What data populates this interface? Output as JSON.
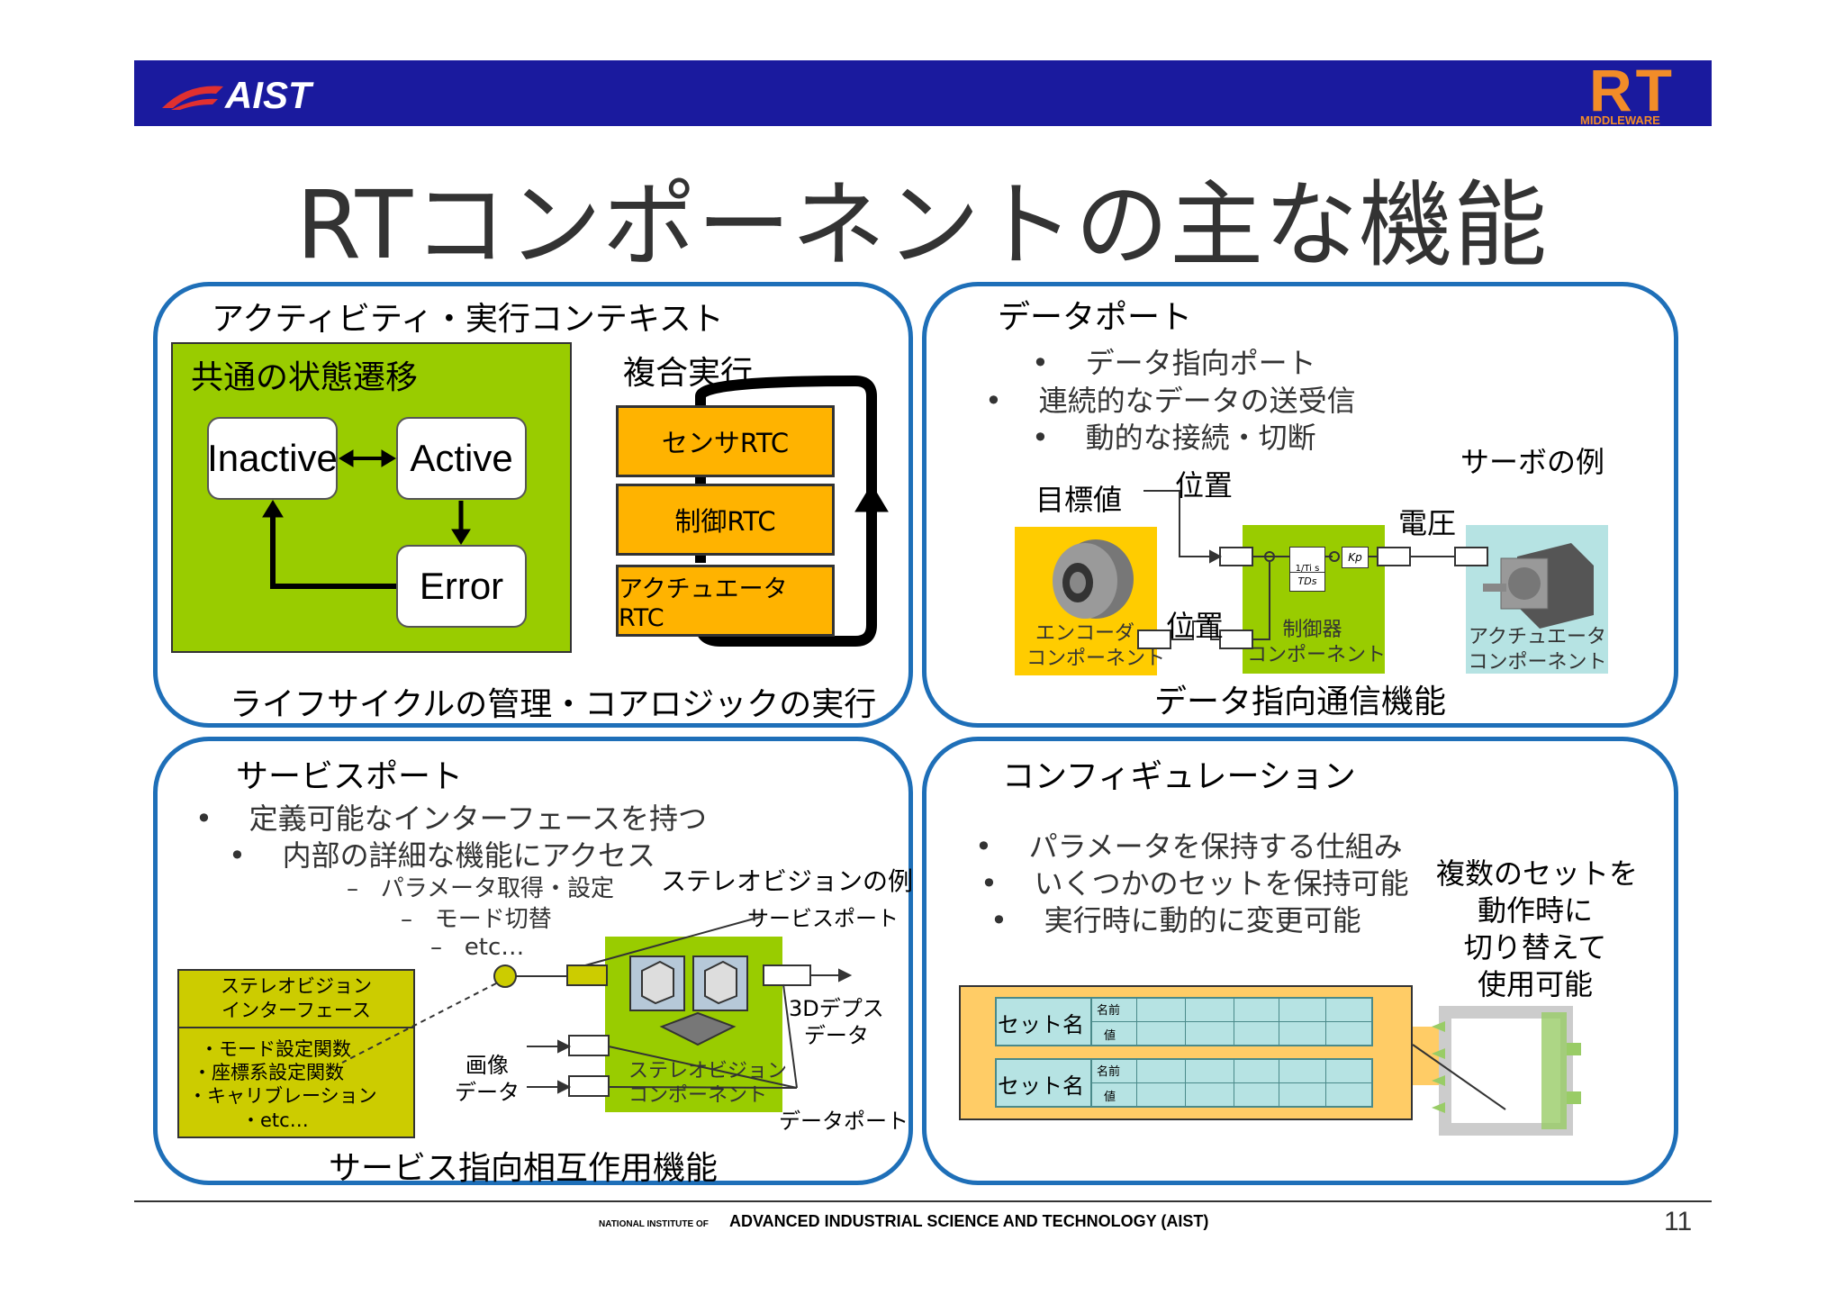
{
  "header": {
    "logo_left_text": "AIST",
    "logo_right_text": "RT",
    "logo_right_sub": "MIDDLEWARE"
  },
  "title": "RTコンポーネントの主な機能",
  "q1": {
    "title": "アクティビティ・実行コンテキスト",
    "state_box_title": "共通の状態遷移",
    "states": {
      "inactive": "Inactive",
      "active": "Active",
      "error": "Error"
    },
    "composite_title": "複合実行",
    "rtcs": [
      "センサRTC",
      "制御RTC",
      "アクチュエータRTC"
    ],
    "caption": "ライフサイクルの管理・コアロジックの実行"
  },
  "q2": {
    "title": "データポート",
    "bullets": [
      "データ指向ポート",
      "連続的なデータの送受信",
      "動的な接続・切断"
    ],
    "servo_example": "サーボの例",
    "target_value": "目標値",
    "position_top": "位置",
    "voltage": "電圧",
    "position_bottom": "位置",
    "encoder_label": [
      "エンコーダ",
      "コンポーネント"
    ],
    "controller_label": [
      "制御器",
      "コンポーネント"
    ],
    "actuator_label": [
      "アクチュエータ",
      "コンポーネント"
    ],
    "block_kp": "Kp",
    "block_ti": "1/Ti s",
    "block_td": "TDs",
    "caption": "データ指向通信機能"
  },
  "q3": {
    "title": "サービスポート",
    "bullets": [
      "定義可能なインターフェースを持つ",
      "内部の詳細な機能にアクセス"
    ],
    "sub_bullets": [
      "パラメータ取得・設定",
      "モード切替",
      "etc…"
    ],
    "stereo_example": "ステレオビジョンの例",
    "service_port_label": "サービスポート",
    "interface_title": [
      "ステレオビジョン",
      "インターフェース"
    ],
    "interface_items": [
      "・モード設定関数",
      "・座標系設定関数",
      "・キャリブレーション",
      "・etc…"
    ],
    "image_data": [
      "画像",
      "データ"
    ],
    "depth_data": [
      "3Dデプス",
      "データ"
    ],
    "component_label": [
      "ステレオビジョン",
      "コンポーネント"
    ],
    "data_port_label": "データポート",
    "caption": "サービス指向相互作用機能"
  },
  "q4": {
    "title": "コンフィギュレーション",
    "bullets": [
      "パラメータを保持する仕組み",
      "いくつかのセットを保持可能",
      "実行時に動的に変更可能"
    ],
    "side_note": [
      "複数のセットを",
      "動作時に",
      "切り替えて",
      "使用可能"
    ],
    "set_name": "セット名",
    "field_name": "名前",
    "field_value": "値"
  },
  "footer": {
    "small": "NATIONAL INSTITUTE OF",
    "main": "ADVANCED INDUSTRIAL SCIENCE AND TECHNOLOGY (AIST)",
    "page_number": "11"
  },
  "colors": {
    "header_blue": "#1a1a9e",
    "quad_border": "#1e6fb8",
    "green": "#99cc00",
    "orange": "#ffb300",
    "config_orange": "#ffcc66",
    "cell_teal": "#b6e3e3"
  }
}
